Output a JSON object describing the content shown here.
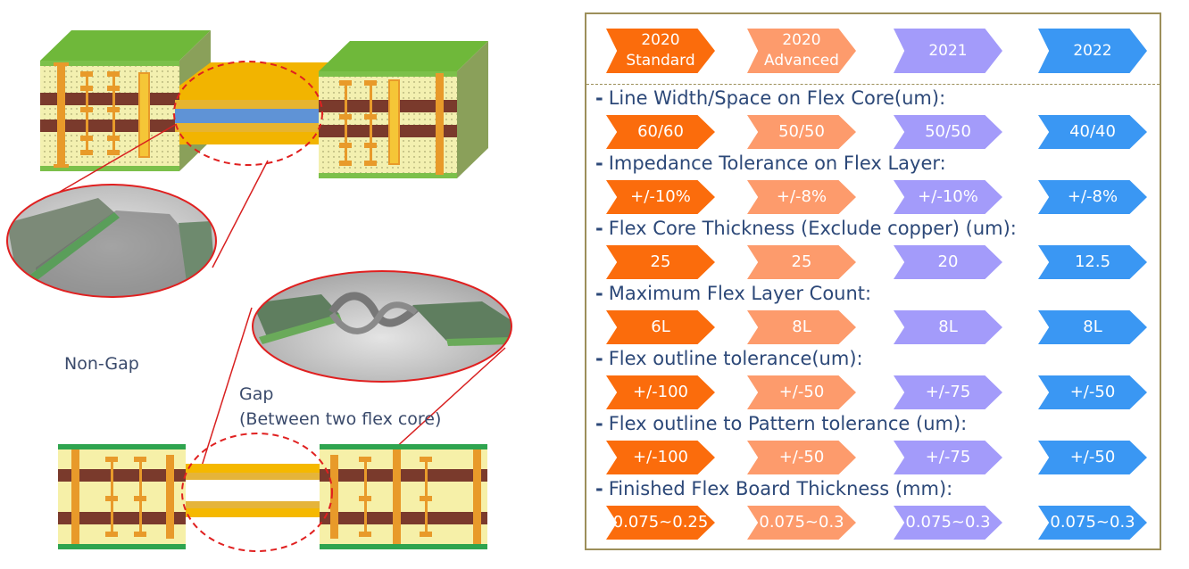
{
  "left": {
    "labels": {
      "non_gap": "Non-Gap",
      "gap_line1": "Gap",
      "gap_line2": "(Between two flex core)"
    }
  },
  "roadmap": {
    "columns": [
      {
        "line1": "2020",
        "line2": "Standard",
        "color": "#fb6c0c"
      },
      {
        "line1": "2020",
        "line2": "Advanced",
        "color": "#fd9b6c"
      },
      {
        "line1": "2021",
        "line2": "",
        "color": "#a39bfa"
      },
      {
        "line1": "2022",
        "line2": "",
        "color": "#3a97f3"
      }
    ],
    "rows": [
      {
        "label": "Line Width/Space on Flex Core(um):",
        "values": [
          "60/60",
          "50/50",
          "50/50",
          "40/40"
        ]
      },
      {
        "label": "Impedance Tolerance on Flex Layer:",
        "values": [
          "+/-10%",
          "+/-8%",
          "+/-10%",
          "+/-8%"
        ]
      },
      {
        "label": "Flex Core Thickness (Exclude copper) (um):",
        "values": [
          "25",
          "25",
          "20",
          "12.5"
        ]
      },
      {
        "label": "Maximum Flex Layer Count:",
        "values": [
          "6L",
          "8L",
          "8L",
          "8L"
        ]
      },
      {
        "label": "Flex outline tolerance(um):",
        "values": [
          "+/-100",
          "+/-50",
          "+/-75",
          "+/-50"
        ]
      },
      {
        "label": "Flex outline to Pattern tolerance (um):",
        "values": [
          "+/-100",
          "+/-50",
          "+/-75",
          "+/-50"
        ]
      },
      {
        "label": "Finished Flex Board Thickness (mm):",
        "values": [
          "0.075~0.25",
          "0.075~0.3",
          "0.075~0.3",
          "0.075~0.3"
        ]
      }
    ]
  }
}
